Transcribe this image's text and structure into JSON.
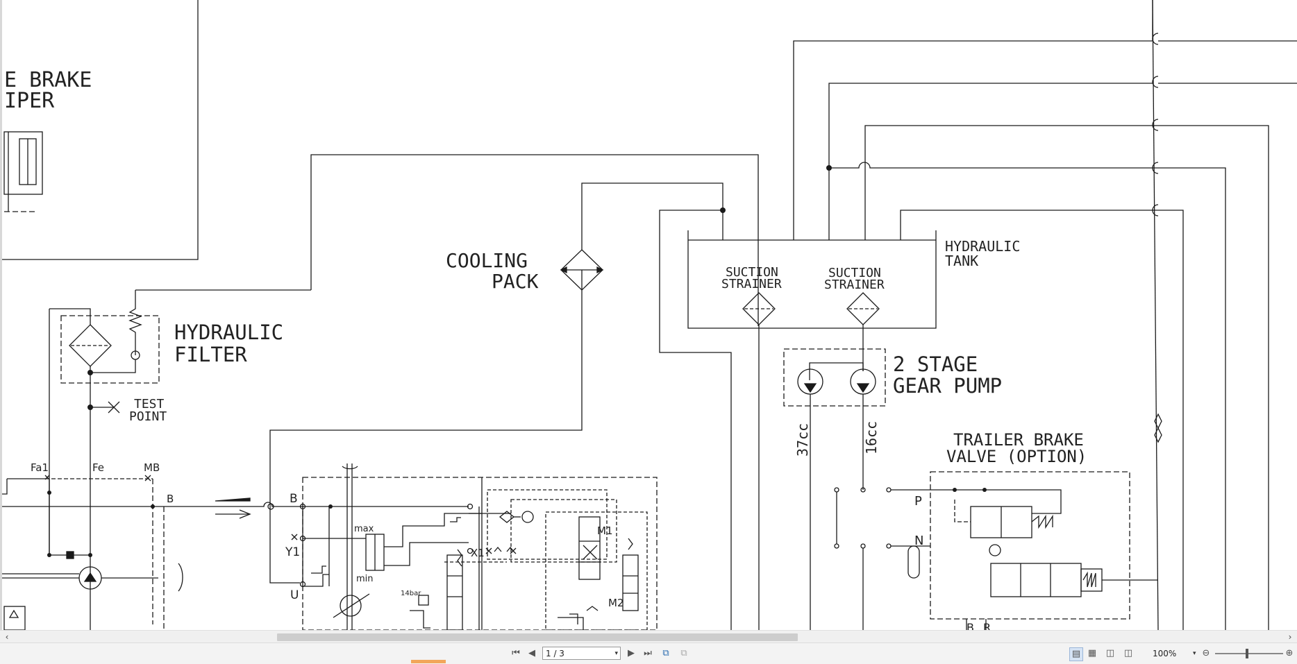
{
  "diagram": {
    "labels": {
      "brake_caliper_1": "E BRAKE",
      "brake_caliper_2": "IPER",
      "cooling_1": "COOLING",
      "cooling_2": "PACK",
      "hyd_filter_1": "HYDRAULIC",
      "hyd_filter_2": "FILTER",
      "test_1": "TEST",
      "test_2": "POINT",
      "suction_a1": "SUCTION",
      "suction_a2": "STRAINER",
      "suction_b1": "SUCTION",
      "suction_b2": "STRAINER",
      "tank_1": "HYDRAULIC",
      "tank_2": "TANK",
      "pump_1": "2 STAGE",
      "pump_2": "GEAR PUMP",
      "disp_a": "37cc",
      "disp_b": "16cc",
      "trailer_1": "TRAILER BRAKE",
      "trailer_2": "VALVE (OPTION)",
      "port_fa": "Fa1",
      "port_fe": "Fe",
      "port_mb": "MB",
      "port_b1": "B",
      "port_b2": "B",
      "port_y1": "Y1",
      "port_u": "U",
      "port_x1": "X1",
      "port_max": "max",
      "port_min": "min",
      "bar14": "14bar",
      "port_m1": "M1",
      "port_m2": "M2",
      "port_p": "P",
      "port_n": "N",
      "port_b3": "B",
      "port_r": "R"
    }
  },
  "toolbar": {
    "page_indicator": "1 / 3",
    "zoom": "100%",
    "icons": {
      "first": "first-page-icon",
      "prev": "prev-page-icon",
      "next": "next-page-icon",
      "last": "last-page-icon",
      "back": "back-view-icon",
      "forward": "forward-view-icon",
      "single": "single-page-icon",
      "continuous": "continuous-icon",
      "facing": "facing-pages-icon",
      "facing_cont": "facing-continuous-icon",
      "zoom_out": "zoom-out-icon",
      "zoom_in": "zoom-in-icon"
    }
  }
}
